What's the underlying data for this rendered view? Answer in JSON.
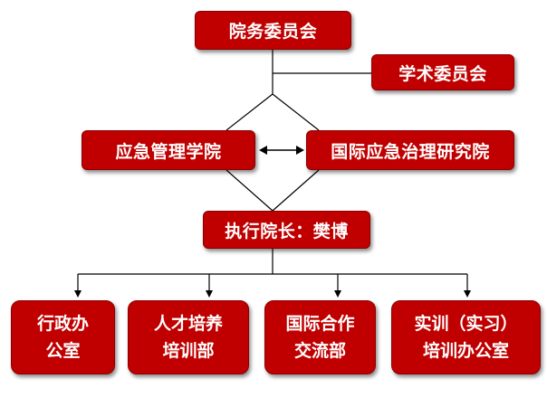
{
  "org": {
    "council": "院务委员会",
    "academic": "学术委员会",
    "emergency": "应急管理学院",
    "institute": "国际应急治理研究院",
    "dean": "执行院长：樊博",
    "departments": [
      {
        "line1": "行政办",
        "line2": "公室"
      },
      {
        "line1": "人才培养",
        "line2": "培训部"
      },
      {
        "line1": "国际合作",
        "line2": "交流部"
      },
      {
        "line1": "实训（实习）",
        "line2": "培训办公室"
      }
    ]
  },
  "colors": {
    "box_fill": "#c00000",
    "box_text": "#ffffff",
    "line": "#000000"
  }
}
